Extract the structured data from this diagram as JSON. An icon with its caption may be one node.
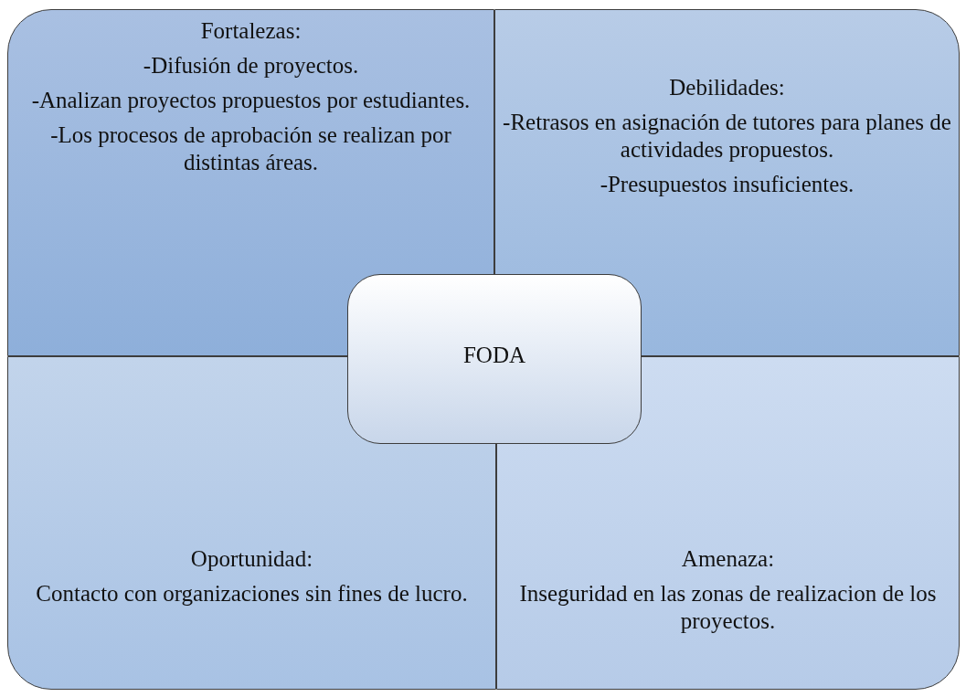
{
  "diagram": {
    "nodes": [
      {
        "text": [
          "Fortalezas:",
          "-Difusión de proyectos.",
          "-Analizan proyectos propuestos por estudiantes.",
          "-Los procesos de aprobación se realizan por distintas áreas."
        ]
      },
      {
        "text": [
          "Debilidades:",
          "-Retrasos en asignación de tutores para planes de actividades propuestos.",
          "-Presupuestos insuficientes."
        ]
      },
      {
        "text": [
          "Oportunidad:",
          "Contacto con organizaciones sin fines de lucro."
        ]
      },
      {
        "text": [
          "Amenaza:",
          "Inseguridad en las zonas de realizacion de los proyectos."
        ]
      },
      {
        "text": [
          "FODA"
        ]
      }
    ]
  }
}
